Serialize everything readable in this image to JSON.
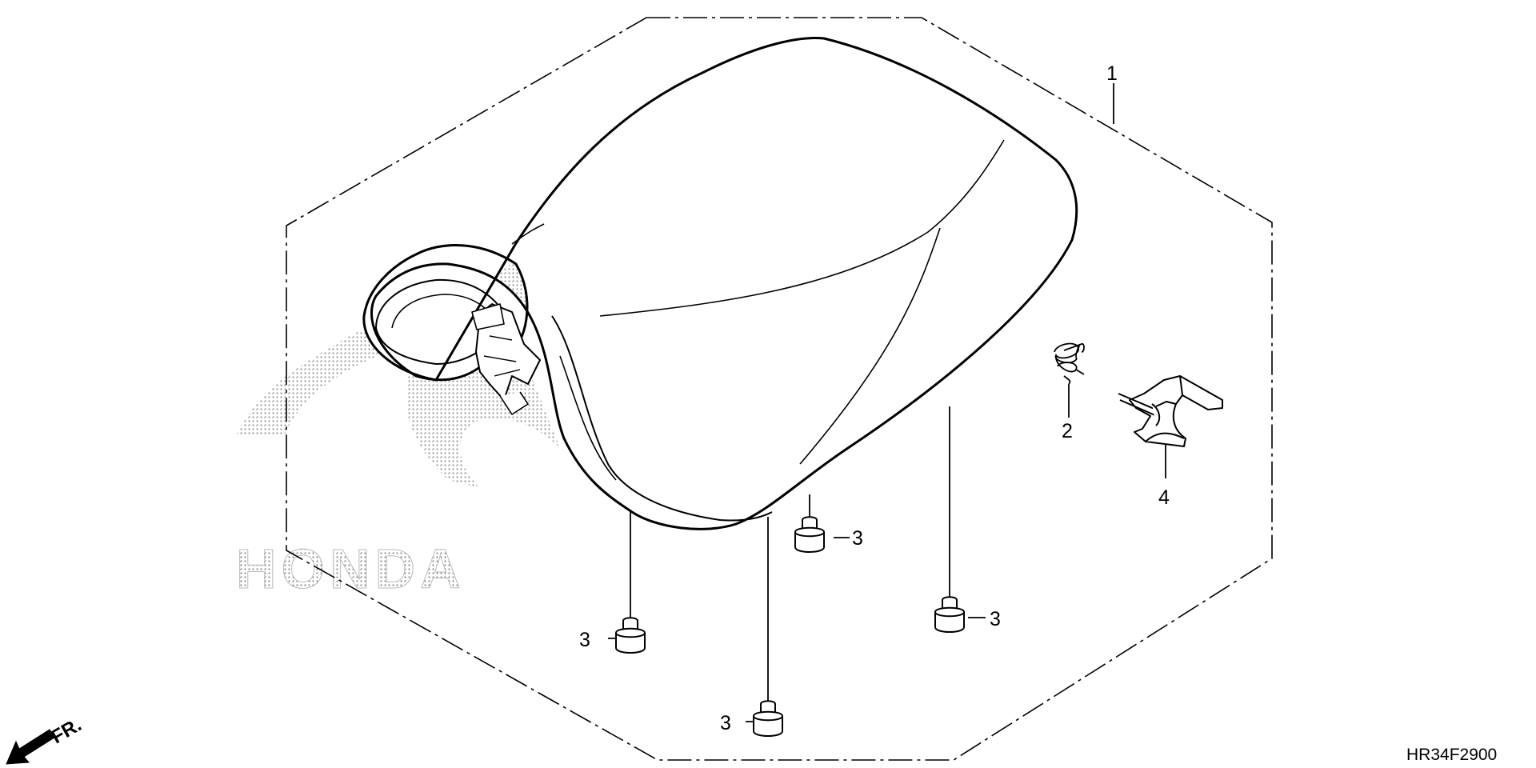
{
  "diagram": {
    "watermark": "HONDA",
    "front_marker": "FR.",
    "drawing_code": "HR34F2900",
    "callouts": {
      "seat": "1",
      "spring": "2",
      "cushion_1": "3",
      "cushion_2": "3",
      "cushion_3": "3",
      "cushion_4": "3",
      "hook": "4"
    }
  },
  "colors": {
    "line": "#000000",
    "background": "#ffffff",
    "watermark": "#bbbbbb"
  }
}
